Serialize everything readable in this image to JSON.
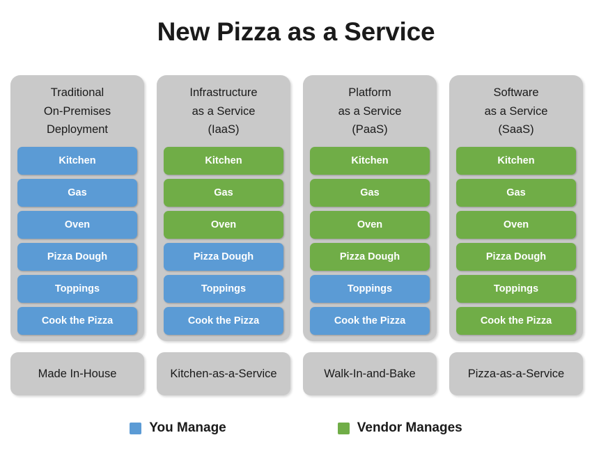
{
  "title": "New Pizza as a Service",
  "legend": {
    "items": [
      {
        "label": "You Manage",
        "key": "manage-you",
        "color": "#5b9bd5"
      },
      {
        "label": "Vendor Manages",
        "key": "manage-vendor",
        "color": "#70ad47"
      }
    ]
  },
  "colors": {
    "you_manage": "#5b9bd5",
    "vendor_manages": "#70ad47",
    "panel": "#c9c9c9",
    "background": "#ffffff",
    "text": "#1a1a1a"
  },
  "row_labels": [
    "Kitchen",
    "Gas",
    "Oven",
    "Pizza Dough",
    "Toppings",
    "Cook the Pizza"
  ],
  "columns": [
    {
      "heading_lines": [
        "Traditional",
        "On-Premises",
        "Deployment"
      ],
      "footer": "Made In-House",
      "rows": [
        {
          "label": "Kitchen",
          "owner": "You Manage"
        },
        {
          "label": "Gas",
          "owner": "You Manage"
        },
        {
          "label": "Oven",
          "owner": "You Manage"
        },
        {
          "label": "Pizza Dough",
          "owner": "You Manage"
        },
        {
          "label": "Toppings",
          "owner": "You Manage"
        },
        {
          "label": "Cook the Pizza",
          "owner": "You Manage"
        }
      ]
    },
    {
      "heading_lines": [
        "Infrastructure",
        "as a Service",
        "(IaaS)"
      ],
      "footer": "Kitchen-as-a-Service",
      "rows": [
        {
          "label": "Kitchen",
          "owner": "Vendor Manages"
        },
        {
          "label": "Gas",
          "owner": "Vendor Manages"
        },
        {
          "label": "Oven",
          "owner": "Vendor Manages"
        },
        {
          "label": "Pizza Dough",
          "owner": "You Manage"
        },
        {
          "label": "Toppings",
          "owner": "You Manage"
        },
        {
          "label": "Cook the Pizza",
          "owner": "You Manage"
        }
      ]
    },
    {
      "heading_lines": [
        "Platform",
        "as a Service",
        "(PaaS)"
      ],
      "footer": "Walk-In-and-Bake",
      "rows": [
        {
          "label": "Kitchen",
          "owner": "Vendor Manages"
        },
        {
          "label": "Gas",
          "owner": "Vendor Manages"
        },
        {
          "label": "Oven",
          "owner": "Vendor Manages"
        },
        {
          "label": "Pizza Dough",
          "owner": "Vendor Manages"
        },
        {
          "label": "Toppings",
          "owner": "You Manage"
        },
        {
          "label": "Cook the Pizza",
          "owner": "You Manage"
        }
      ]
    },
    {
      "heading_lines": [
        "Software",
        "as a Service",
        "(SaaS)"
      ],
      "footer": "Pizza-as-a-Service",
      "rows": [
        {
          "label": "Kitchen",
          "owner": "Vendor Manages"
        },
        {
          "label": "Gas",
          "owner": "Vendor Manages"
        },
        {
          "label": "Oven",
          "owner": "Vendor Manages"
        },
        {
          "label": "Pizza Dough",
          "owner": "Vendor Manages"
        },
        {
          "label": "Toppings",
          "owner": "Vendor Manages"
        },
        {
          "label": "Cook the Pizza",
          "owner": "Vendor Manages"
        }
      ]
    }
  ]
}
